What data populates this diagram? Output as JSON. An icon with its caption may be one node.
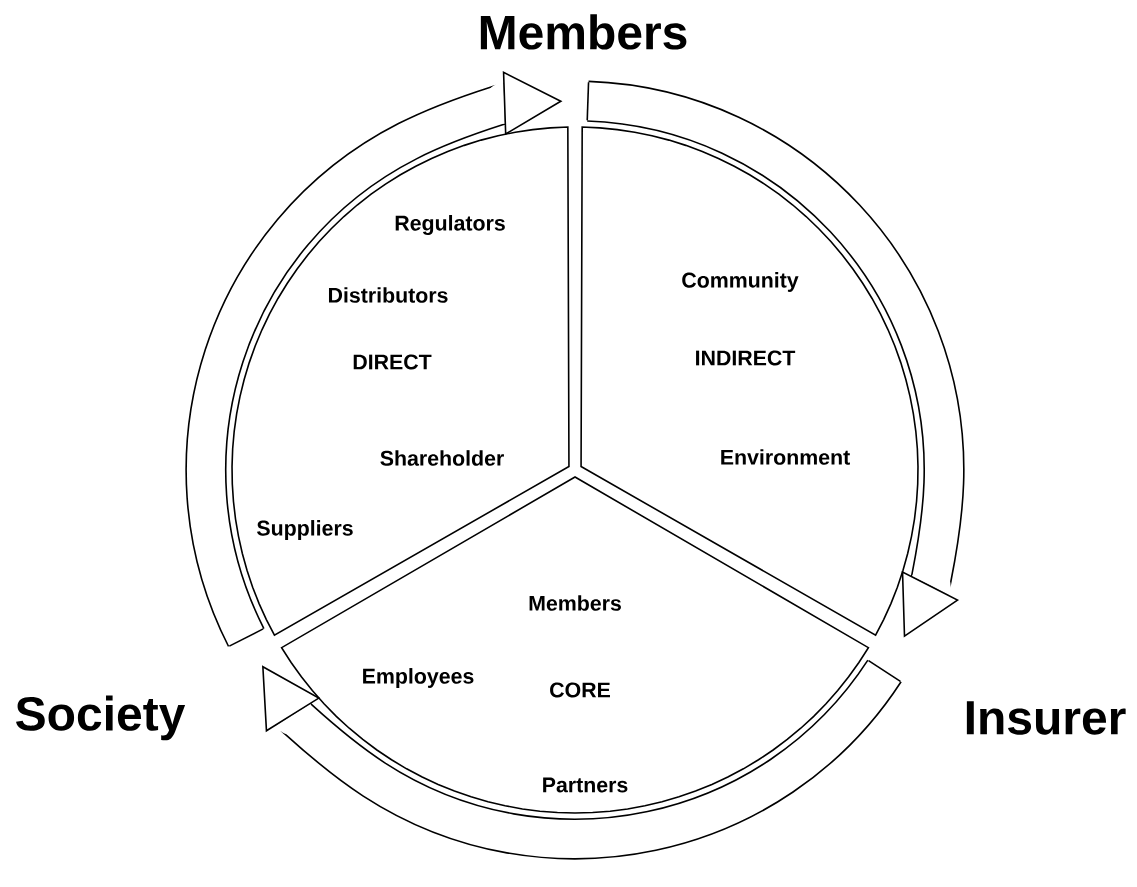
{
  "diagram": {
    "nodes": [
      {
        "text": [
          "Members"
        ]
      },
      {
        "text": [
          "Insurer"
        ]
      },
      {
        "text": [
          "Society"
        ]
      },
      {
        "text": [
          "Regulators",
          "Distributors",
          "DIRECT",
          "Shareholder",
          "Suppliers"
        ]
      },
      {
        "text": [
          "Community",
          "INDIRECT",
          "Environment"
        ]
      },
      {
        "text": [
          "Members",
          "Employees",
          "CORE",
          "Partners"
        ]
      }
    ],
    "edges": [
      {
        "from": null,
        "to": 0,
        "arrow": "to"
      },
      {
        "from": null,
        "to": 1,
        "arrow": "to"
      },
      {
        "from": null,
        "to": 2,
        "arrow": "to"
      }
    ]
  }
}
